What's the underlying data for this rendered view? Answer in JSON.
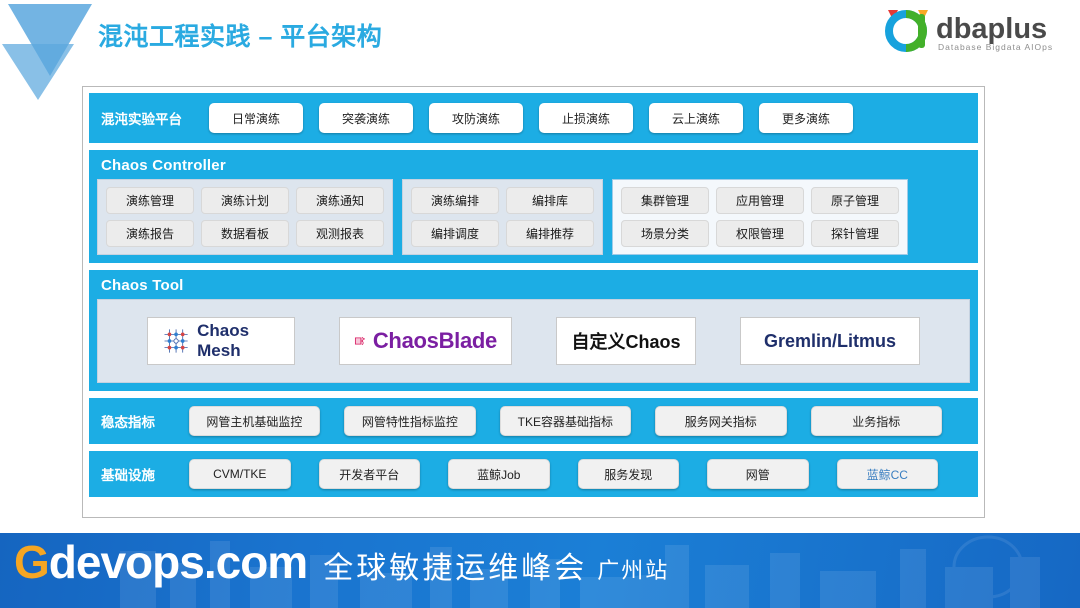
{
  "header": {
    "title": "混沌工程实践 – 平台架构",
    "brand": {
      "name": "dbaplus",
      "tagline": "Database  Bigdata  AIOps"
    }
  },
  "diagram": {
    "platform_row": {
      "label": "混沌实验平台",
      "items": [
        "日常演练",
        "突袭演练",
        "攻防演练",
        "止损演练",
        "云上演练",
        "更多演练"
      ]
    },
    "controller": {
      "title": "Chaos Controller",
      "groups": [
        {
          "rows": [
            [
              "演练管理",
              "演练计划",
              "演练通知"
            ],
            [
              "演练报告",
              "数据看板",
              "观测报表"
            ]
          ]
        },
        {
          "rows": [
            [
              "演练编排",
              "编排库"
            ],
            [
              "编排调度",
              "编排推荐"
            ]
          ]
        },
        {
          "rows": [
            [
              "集群管理",
              "应用管理",
              "原子管理"
            ],
            [
              "场景分类",
              "权限管理",
              "探针管理"
            ]
          ]
        }
      ]
    },
    "tool": {
      "title": "Chaos Tool",
      "cards": [
        {
          "name": "Chaos Mesh",
          "mark": "®"
        },
        {
          "name": "ChaosBlade"
        },
        {
          "name": "自定义Chaos"
        },
        {
          "name": "Gremlin/Litmus"
        }
      ]
    },
    "metrics_row": {
      "label": "稳态指标",
      "items": [
        "网管主机基础监控",
        "网管特性指标监控",
        "TKE容器基础指标",
        "服务网关指标",
        "业务指标"
      ]
    },
    "infra_row": {
      "label": "基础设施",
      "items": [
        "CVM/TKE",
        "开发者平台",
        "蓝鲸Job",
        "服务发现",
        "网管",
        "蓝鲸CC"
      ]
    }
  },
  "footer": {
    "site": "devops.com",
    "site_initial": "G",
    "summit": "全球敏捷运维峰会",
    "city": "广州站"
  },
  "colors": {
    "accent_cyan": "#1cade4",
    "title_blue": "#2aaae1",
    "panel_blue_gray": "#dde5ee",
    "chip_gray": "#ececec",
    "footer_blue": "#1a74cf",
    "logo_orange": "#f5a623"
  }
}
